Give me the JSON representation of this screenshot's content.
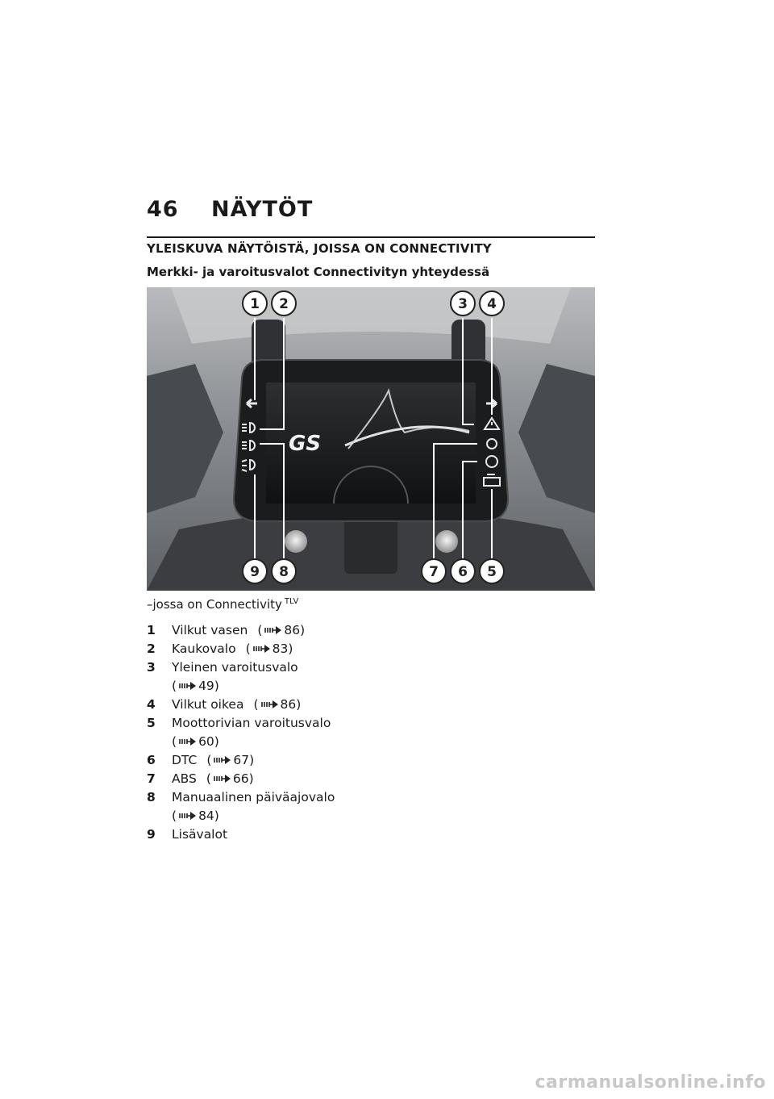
{
  "page": {
    "number": "46",
    "chapter": "NÄYTÖT"
  },
  "section_title": "YLEISKUVA NÄYTÖISTÄ, JOISSA ON CONNECTIVITY",
  "figure_title": "Merkki- ja varoitusvalot Connectivityn yhteydessä",
  "figure": {
    "brand_text": "GS",
    "callouts": [
      "1",
      "2",
      "3",
      "4",
      "5",
      "6",
      "7",
      "8",
      "9"
    ]
  },
  "note": {
    "text": "–jossa on Connectivity",
    "sup": "TLV"
  },
  "legend": [
    {
      "num": "1",
      "label": "Vilkut vasen",
      "ref": "86)"
    },
    {
      "num": "2",
      "label": "Kaukovalo",
      "ref": "83)"
    },
    {
      "num": "3",
      "label": "Yleinen varoitusvalo",
      "ref": "49)"
    },
    {
      "num": "4",
      "label": "Vilkut oikea",
      "ref": "86)"
    },
    {
      "num": "5",
      "label": "Moottorivian varoitusvalo",
      "ref": "60)"
    },
    {
      "num": "6",
      "label": "DTC",
      "ref": "67)"
    },
    {
      "num": "7",
      "label": "ABS",
      "ref": "66)"
    },
    {
      "num": "8",
      "label": "Manuaalinen päiväajovalo",
      "ref": "84)"
    },
    {
      "num": "9",
      "label": "Lisävalot",
      "ref": ""
    }
  ],
  "watermark": "carmanualsonline.info"
}
